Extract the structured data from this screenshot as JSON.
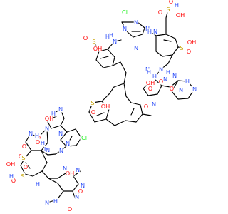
{
  "molecule": {
    "element_colors": {
      "C": "#000000",
      "O": "#ff0d0d",
      "N": "#3050f8",
      "S": "#c6a400",
      "Cl": "#1ff01f"
    },
    "atom_labels": [
      "O",
      "H",
      "S",
      "O",
      "OH",
      "Cl",
      "N",
      "N",
      "N",
      "H",
      "N",
      "H",
      "O",
      "S",
      "OH",
      "H",
      "N",
      "OH",
      "O",
      "S",
      "N",
      "N",
      "N",
      "H",
      "H",
      "N",
      "N",
      "O",
      "N",
      "H",
      "N",
      "O",
      "N",
      "OH",
      "O",
      "O",
      "H",
      "S",
      "O",
      "OH",
      "H",
      "N",
      "OH",
      "N",
      "N",
      "O",
      "H",
      "O",
      "H",
      "N",
      "Cl",
      "N",
      "N",
      "H",
      "O",
      "N",
      "O",
      "S",
      "OH",
      "O",
      "S",
      "O",
      "H",
      "N",
      "OH",
      "N",
      "N",
      "O",
      "N",
      "H",
      "N",
      "H",
      "O",
      "N"
    ]
  }
}
